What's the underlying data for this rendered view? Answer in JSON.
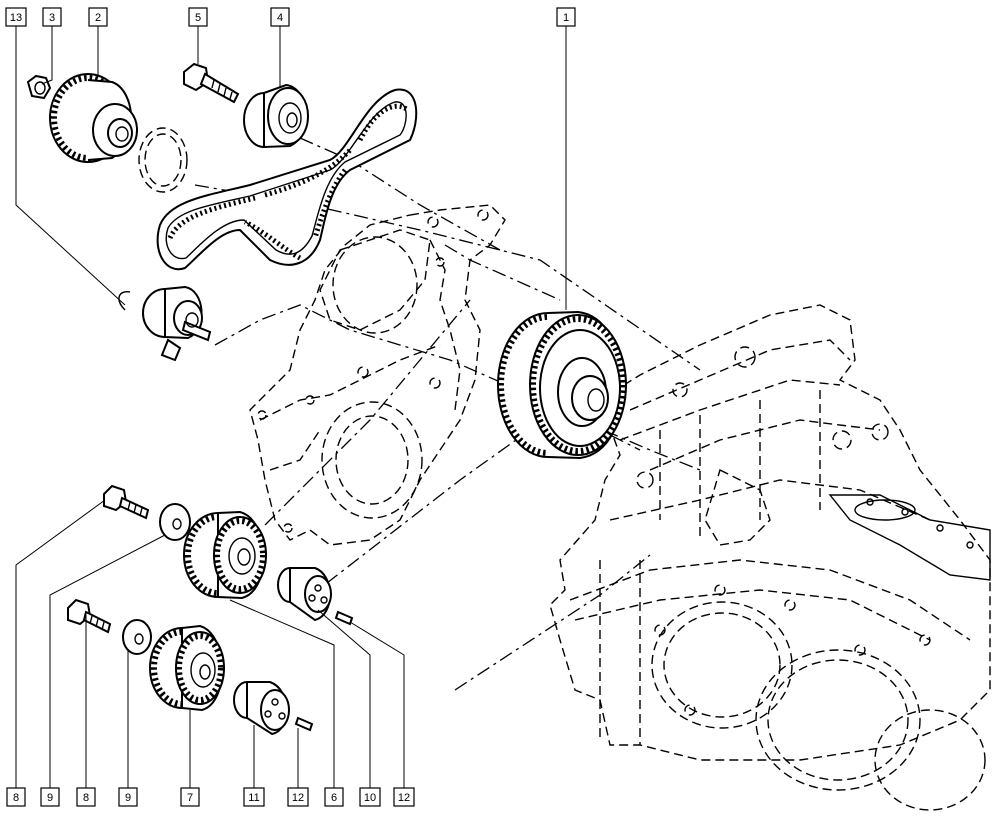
{
  "callouts": {
    "c1": "1",
    "c2": "2",
    "c3": "3",
    "c4": "4",
    "c5": "5",
    "c6": "6",
    "c7": "7",
    "c8a": "8",
    "c8b": "8",
    "c9a": "9",
    "c9b": "9",
    "c10": "10",
    "c11": "11",
    "c12a": "12",
    "c12b": "12",
    "c13": "13"
  }
}
